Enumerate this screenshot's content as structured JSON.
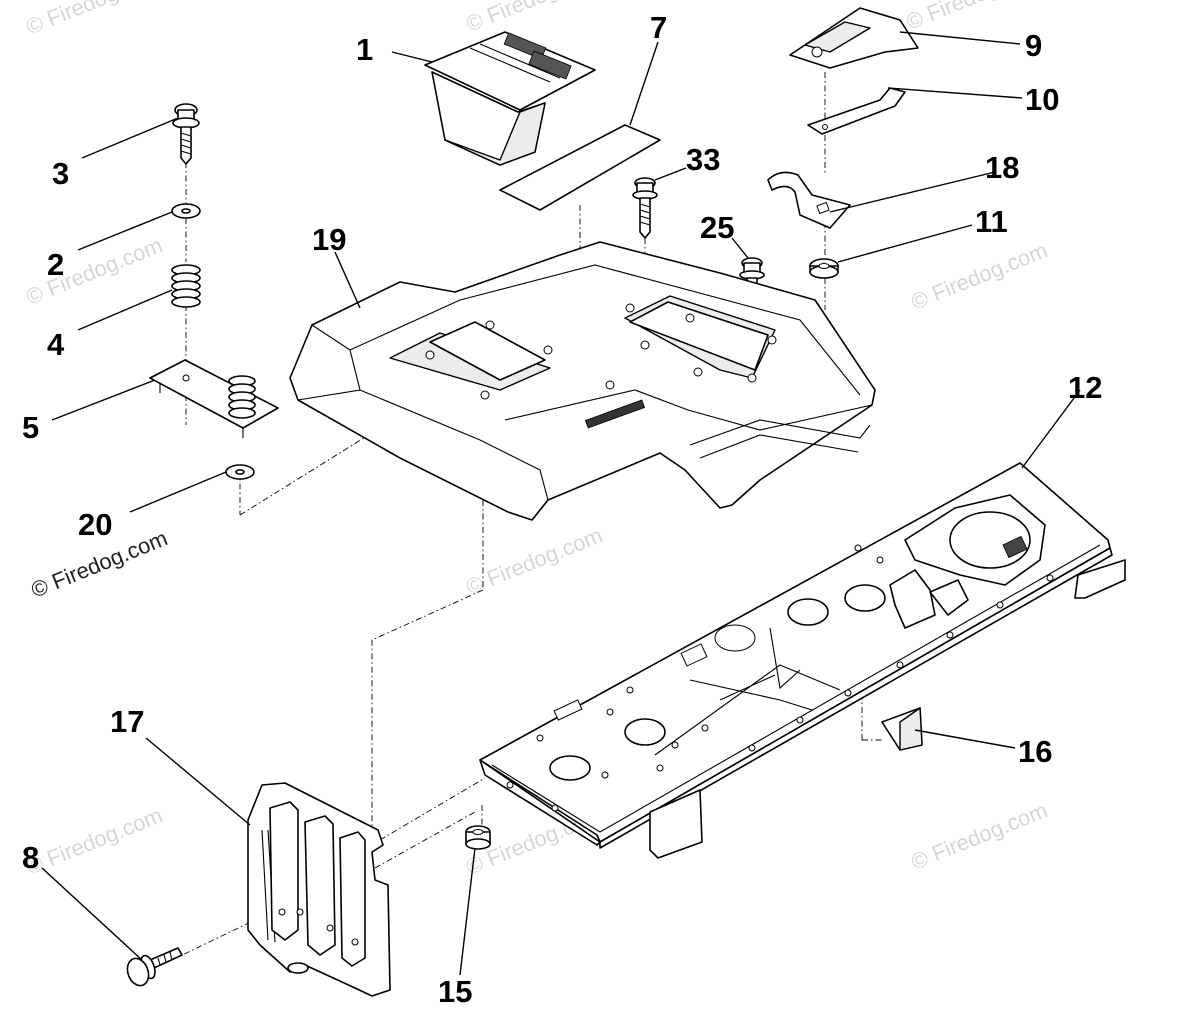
{
  "callouts": {
    "p1": "1",
    "p2": "2",
    "p3": "3",
    "p4": "4",
    "p5": "5",
    "p7": "7",
    "p8": "8",
    "p9": "9",
    "p10": "10",
    "p11": "11",
    "p12": "12",
    "p15": "15",
    "p16": "16",
    "p17": "17",
    "p18": "18",
    "p19": "19",
    "p20": "20",
    "p25": "25",
    "p33": "33"
  },
  "watermark": {
    "text": "© Firedog.com"
  }
}
